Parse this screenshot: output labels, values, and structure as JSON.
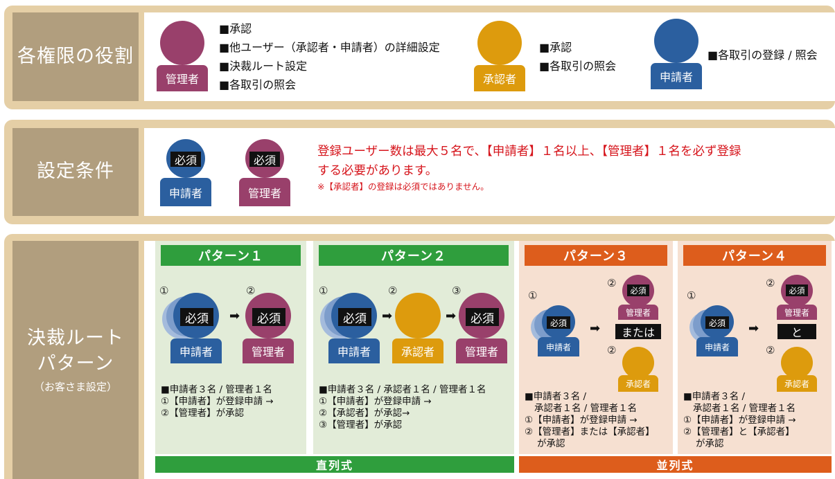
{
  "colors": {
    "admin": "#99406b",
    "approver": "#dd9b0d",
    "applicant": "#2b5f9f",
    "green": "#2f9e3d",
    "orange": "#dd5d1c",
    "red": "#d6151c",
    "green_bg": "#e2ecd8",
    "orange_bg": "#f6e0d1"
  },
  "roles": {
    "label": "各権限の役割",
    "admin": {
      "badge": "管理者",
      "items": [
        "■承認",
        "■他ユーザー（承認者・申請者）の詳細設定",
        "■決裁ルート設定",
        "■各取引の照会"
      ]
    },
    "approver": {
      "badge": "承認者",
      "items": [
        "■承認",
        "■各取引の照会"
      ]
    },
    "applicant": {
      "badge": "申請者",
      "items": [
        "■各取引の登録 / 照会"
      ]
    }
  },
  "conditions": {
    "label": "設定条件",
    "applicant_badge": "申請者",
    "admin_badge": "管理者",
    "required": "必須",
    "main_line1": "登録ユーザー数は最大５名で、【申請者】１名以上、【管理者】１名を必ず登録",
    "main_line2": "する必要があります。",
    "note": "※【承認者】の登録は必須ではありません。"
  },
  "patterns": {
    "label_line1": "決裁ルート",
    "label_line2": "パターン",
    "label_sub": "（お客さま設定）",
    "required": "必須",
    "arrow": "➡",
    "p1": {
      "title": "パターン１",
      "nums": [
        "①",
        "②"
      ],
      "badges": [
        "申請者",
        "管理者"
      ],
      "desc": [
        "■申請者３名 / 管理者１名",
        "①【申請者】が登録申請 →",
        "②【管理者】が承認"
      ]
    },
    "p2": {
      "title": "パターン２",
      "nums": [
        "①",
        "②",
        "③"
      ],
      "badges": [
        "申請者",
        "承認者",
        "管理者"
      ],
      "desc": [
        "■申請者３名 / 承認者１名 / 管理者１名",
        "①【申請者】が登録申請 →",
        "②【承認者】が承認→",
        "③【管理者】が承認"
      ]
    },
    "p3": {
      "title": "パターン３",
      "nums": [
        "①",
        "②",
        "②"
      ],
      "badges": [
        "申請者",
        "管理者",
        "承認者"
      ],
      "connector": "または",
      "desc": [
        "■申請者３名 /",
        "承認者１名 / 管理者１名",
        "①【申請者】が登録申請 →",
        "②【管理者】または【承認者】",
        "が承認"
      ]
    },
    "p4": {
      "title": "パターン４",
      "nums": [
        "①",
        "②",
        "②"
      ],
      "badges": [
        "申請者",
        "管理者",
        "承認者"
      ],
      "connector": "と",
      "desc": [
        "■申請者３名 /",
        "承認者１名 / 管理者１名",
        "①【申請者】が登録申請 →",
        "②【管理者】と【承認者】",
        "が承認"
      ]
    },
    "serial": "直列式",
    "parallel": "並列式"
  }
}
